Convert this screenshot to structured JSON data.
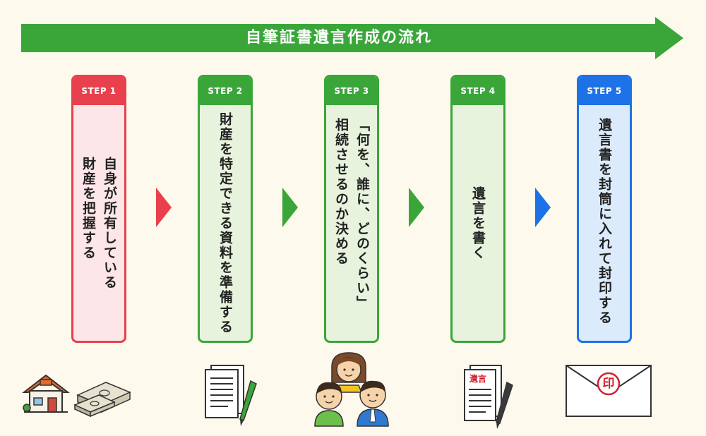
{
  "title": "自筆証書遺言作成の流れ",
  "colors": {
    "green": "#3aa63a",
    "red": "#e8404c",
    "blue": "#1d72e8"
  },
  "steps": [
    {
      "label": "STEP 1",
      "lines": [
        "自身が所有している",
        "財産を把握する"
      ]
    },
    {
      "label": "STEP 2",
      "lines": [
        "財産を特定できる資料を準備する"
      ]
    },
    {
      "label": "STEP 3",
      "lines": [
        "「何を、誰に、どのくらい」",
        "相続させるのか決める"
      ]
    },
    {
      "label": "STEP 4",
      "lines": [
        "遺言を書く"
      ]
    },
    {
      "label": "STEP 5",
      "lines": [
        "遺言書を封筒に入れて封印する"
      ]
    }
  ],
  "illustrations": {
    "will_stamp": "遺言",
    "seal_mark": "印"
  }
}
